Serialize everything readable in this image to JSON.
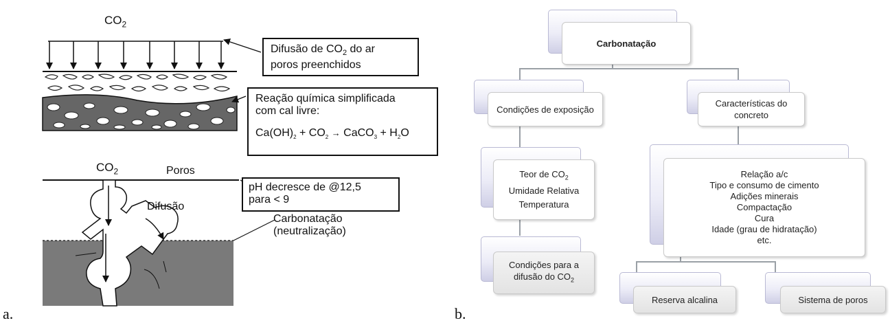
{
  "panel_a": {
    "letter": "a.",
    "co2_top": "CO",
    "co2_top_sub": "2",
    "box_diffusion": {
      "line1_pre": "Difusão de CO",
      "line1_sub": "2",
      "line1_post": " do ar",
      "line2": "poros preenchidos"
    },
    "box_reaction": {
      "line1": "Reação química simplificada",
      "line2": "com cal livre:",
      "eq_a": "Ca(OH)",
      "eq_a_sub": "2",
      "eq_b": " + CO",
      "eq_b_sub": "2",
      "eq_c": "CaCO",
      "eq_c_sub": "3",
      "eq_d": " + H",
      "eq_d_sub": "2",
      "eq_e": "O"
    },
    "co2_pore": "CO",
    "co2_pore_sub": "2",
    "poros": "Poros",
    "difusao": "Difusão",
    "box_ph": {
      "line1": "pH decresce de  @12,5",
      "line2": "para < 9"
    },
    "carb1": "Carbonatação",
    "carb2": "(neutralização)"
  },
  "panel_b": {
    "letter": "b.",
    "root": "Carbonatação",
    "exposure": "Condições de exposição",
    "concrete": [
      "Características do",
      "concreto"
    ],
    "exposure_factors": {
      "co2_pre": "Teor de CO",
      "co2_sub": "2",
      "hum": "Umidade Relativa",
      "temp": "Temperatura"
    },
    "diffusion": {
      "line1": "Condições para a",
      "line2_pre": "difusão do CO",
      "line2_sub": "2"
    },
    "concrete_factors": [
      "Relação a/c",
      "Tipo e consumo de cimento",
      "Adições minerais",
      "Compactação",
      "Cura",
      "Idade (grau de hidratação)",
      "etc."
    ],
    "reserve": "Reserva alcalina",
    "pores": "Sistema de poros"
  },
  "colors": {
    "stroke": "#111111",
    "gray_concrete": "#7a7a7a",
    "box_shadow_blue": "#cfcfe6",
    "connector": "#9aa0a6"
  }
}
